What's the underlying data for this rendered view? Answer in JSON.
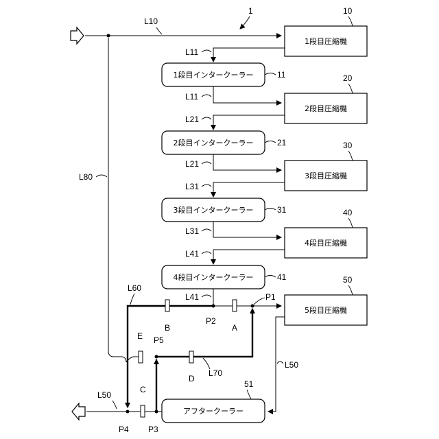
{
  "figure_ref": "1",
  "units": {
    "compressor_1": {
      "label": "1段目圧縮機",
      "ref": "10"
    },
    "intercooler_1": {
      "label": "1段目インタークーラー",
      "ref": "11"
    },
    "compressor_2": {
      "label": "2段目圧縮機",
      "ref": "20"
    },
    "intercooler_2": {
      "label": "2段目インタークーラー",
      "ref": "21"
    },
    "compressor_3": {
      "label": "3段目圧縮機",
      "ref": "30"
    },
    "intercooler_3": {
      "label": "3段目インタークーラー",
      "ref": "31"
    },
    "compressor_4": {
      "label": "4段目圧縮機",
      "ref": "40"
    },
    "intercooler_4": {
      "label": "4段目インタークーラー",
      "ref": "41"
    },
    "compressor_5": {
      "label": "5段目圧縮機",
      "ref": "50"
    },
    "aftercooler": {
      "label": "アフタークーラー",
      "ref": "51"
    }
  },
  "lines": {
    "L10": "L10",
    "L11a": "L11",
    "L11b": "L11",
    "L21a": "L21",
    "L21b": "L21",
    "L31a": "L31",
    "L31b": "L31",
    "L41a": "L41",
    "L41b": "L41",
    "L50a": "L50",
    "L50b": "L50",
    "L60": "L60",
    "L70": "L70",
    "L80": "L80"
  },
  "points": {
    "P1": "P1",
    "P2": "P2",
    "P3": "P3",
    "P4": "P4",
    "P5": "P5"
  },
  "valves": {
    "A": "A",
    "B": "B",
    "C": "C",
    "D": "D",
    "E": "E"
  }
}
